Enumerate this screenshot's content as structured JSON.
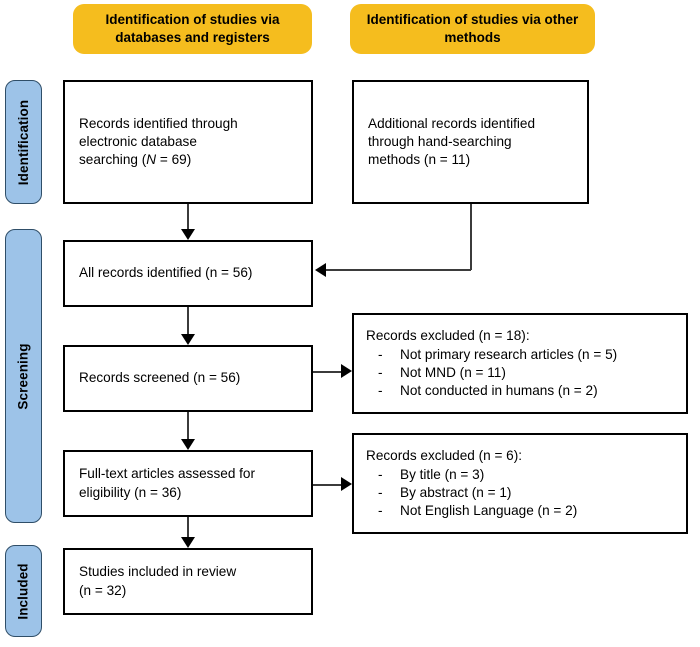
{
  "diagram": {
    "title": "PRISMA flow diagram",
    "colors": {
      "header_yellow": "#F5BD1E",
      "side_label_blue": "#9DC3E8",
      "side_label_border": "#2F4E68",
      "box_border": "#000000",
      "connector": "#3B3B3B"
    }
  },
  "headers": {
    "databases": "Identification of studies via databases and registers",
    "other": "Identification of studies via other methods"
  },
  "side_labels": {
    "identification": "Identification",
    "screening": "Screening",
    "included": "Included"
  },
  "boxes": {
    "records_identified_db": {
      "line1": "Records identified through",
      "line2": "electronic database",
      "line3_prefix": "searching (",
      "line3_italic": "N",
      "line3_suffix": " = 69)"
    },
    "additional_records": {
      "line1": "Additional records identified",
      "line2": "through hand-searching",
      "line3": "methods (n = 11)"
    },
    "all_records": {
      "line1": "All records identified (n = 56)"
    },
    "records_screened": {
      "line1": "Records screened (n = 56)"
    },
    "fulltext_assessed": {
      "line1": "Full-text articles assessed for",
      "line2": "eligibility (n = 36)"
    },
    "studies_included": {
      "line1": "Studies included in review",
      "line2": "(n = 32)"
    },
    "excluded_screening": {
      "title": "Records excluded (n = 18):",
      "dash": "-",
      "items": [
        "Not primary research articles (n = 5)",
        "Not MND (n = 11)",
        "Not conducted in humans (n = 2)"
      ]
    },
    "excluded_eligibility": {
      "title": "Records excluded (n = 6):",
      "dash": "-",
      "items": [
        "By title (n = 3)",
        "By abstract (n = 1)",
        "Not English Language (n = 2)"
      ]
    }
  },
  "chart_data": {
    "type": "diagram",
    "diagram_type": "PRISMA flow diagram",
    "nodes": [
      {
        "id": "records_identified_db",
        "label": "Records identified through electronic database searching (N = 69)",
        "count": 69,
        "stage": "Identification",
        "column": "databases and registers"
      },
      {
        "id": "additional_records",
        "label": "Additional records identified through hand-searching methods (n = 11)",
        "count": 11,
        "stage": "Identification",
        "column": "other methods"
      },
      {
        "id": "all_records",
        "label": "All records identified (n = 56)",
        "count": 56,
        "stage": "Screening",
        "column": "databases and registers"
      },
      {
        "id": "records_screened",
        "label": "Records screened (n = 56)",
        "count": 56,
        "stage": "Screening",
        "column": "databases and registers"
      },
      {
        "id": "excluded_screening",
        "label": "Records excluded (n = 18)",
        "count": 18,
        "stage": "Screening",
        "column": "exclusions",
        "breakdown": [
          {
            "reason": "Not primary research articles",
            "count": 5
          },
          {
            "reason": "Not MND",
            "count": 11
          },
          {
            "reason": "Not conducted in humans",
            "count": 2
          }
        ]
      },
      {
        "id": "fulltext_assessed",
        "label": "Full-text articles assessed for eligibility (n = 36)",
        "count": 36,
        "stage": "Screening",
        "column": "databases and registers"
      },
      {
        "id": "excluded_eligibility",
        "label": "Records excluded (n = 6)",
        "count": 6,
        "stage": "Screening",
        "column": "exclusions",
        "breakdown": [
          {
            "reason": "By title",
            "count": 3
          },
          {
            "reason": "By abstract",
            "count": 1
          },
          {
            "reason": "Not English Language",
            "count": 2
          }
        ]
      },
      {
        "id": "studies_included",
        "label": "Studies included in review (n = 32)",
        "count": 32,
        "stage": "Included",
        "column": "databases and registers"
      }
    ],
    "edges": [
      {
        "from": "records_identified_db",
        "to": "all_records",
        "type": "down-arrow"
      },
      {
        "from": "additional_records",
        "to": "all_records",
        "type": "down-then-left-arrow"
      },
      {
        "from": "all_records",
        "to": "records_screened",
        "type": "down-arrow"
      },
      {
        "from": "records_screened",
        "to": "excluded_screening",
        "type": "right-arrow"
      },
      {
        "from": "records_screened",
        "to": "fulltext_assessed",
        "type": "down-arrow"
      },
      {
        "from": "fulltext_assessed",
        "to": "excluded_eligibility",
        "type": "right-arrow"
      },
      {
        "from": "fulltext_assessed",
        "to": "studies_included",
        "type": "down-arrow"
      }
    ]
  }
}
